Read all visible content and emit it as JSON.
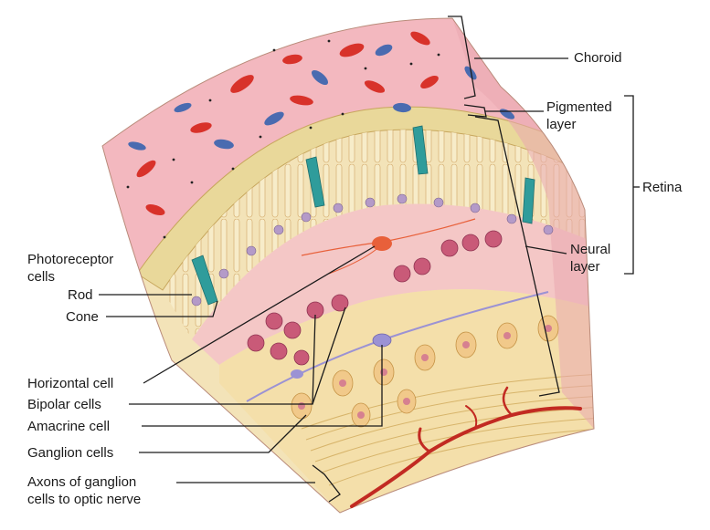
{
  "labels": {
    "choroid": "Choroid",
    "pigmented_1": "Pigmented",
    "pigmented_2": "layer",
    "retina": "Retina",
    "neural_1": "Neural",
    "neural_2": "layer",
    "photoreceptor_1": "Photoreceptor",
    "photoreceptor_2": "cells",
    "rod": "Rod",
    "cone": "Cone",
    "horizontal": "Horizontal cell",
    "bipolar": "Bipolar cells",
    "amacrine": "Amacrine cell",
    "ganglion": "Ganglion cells",
    "axons_1": "Axons of ganglion",
    "axons_2": "cells to optic nerve"
  },
  "colors": {
    "choroid": "#f3b8bf",
    "rbc": "#d8322a",
    "wbc": "#4a6bb0",
    "pigment": "#e9d89a",
    "photoreceptor_layer": "#f3e3b8",
    "cone": "#2f9c9b",
    "neural_pink": "#f3c2c8",
    "bipolar_cell": "#c95a78",
    "ganglion_layer": "#f4dfaa",
    "horizontal_cell": "#e8603a",
    "amacrine_cell": "#9b92d4",
    "blood_vessel": "#c22a22"
  }
}
